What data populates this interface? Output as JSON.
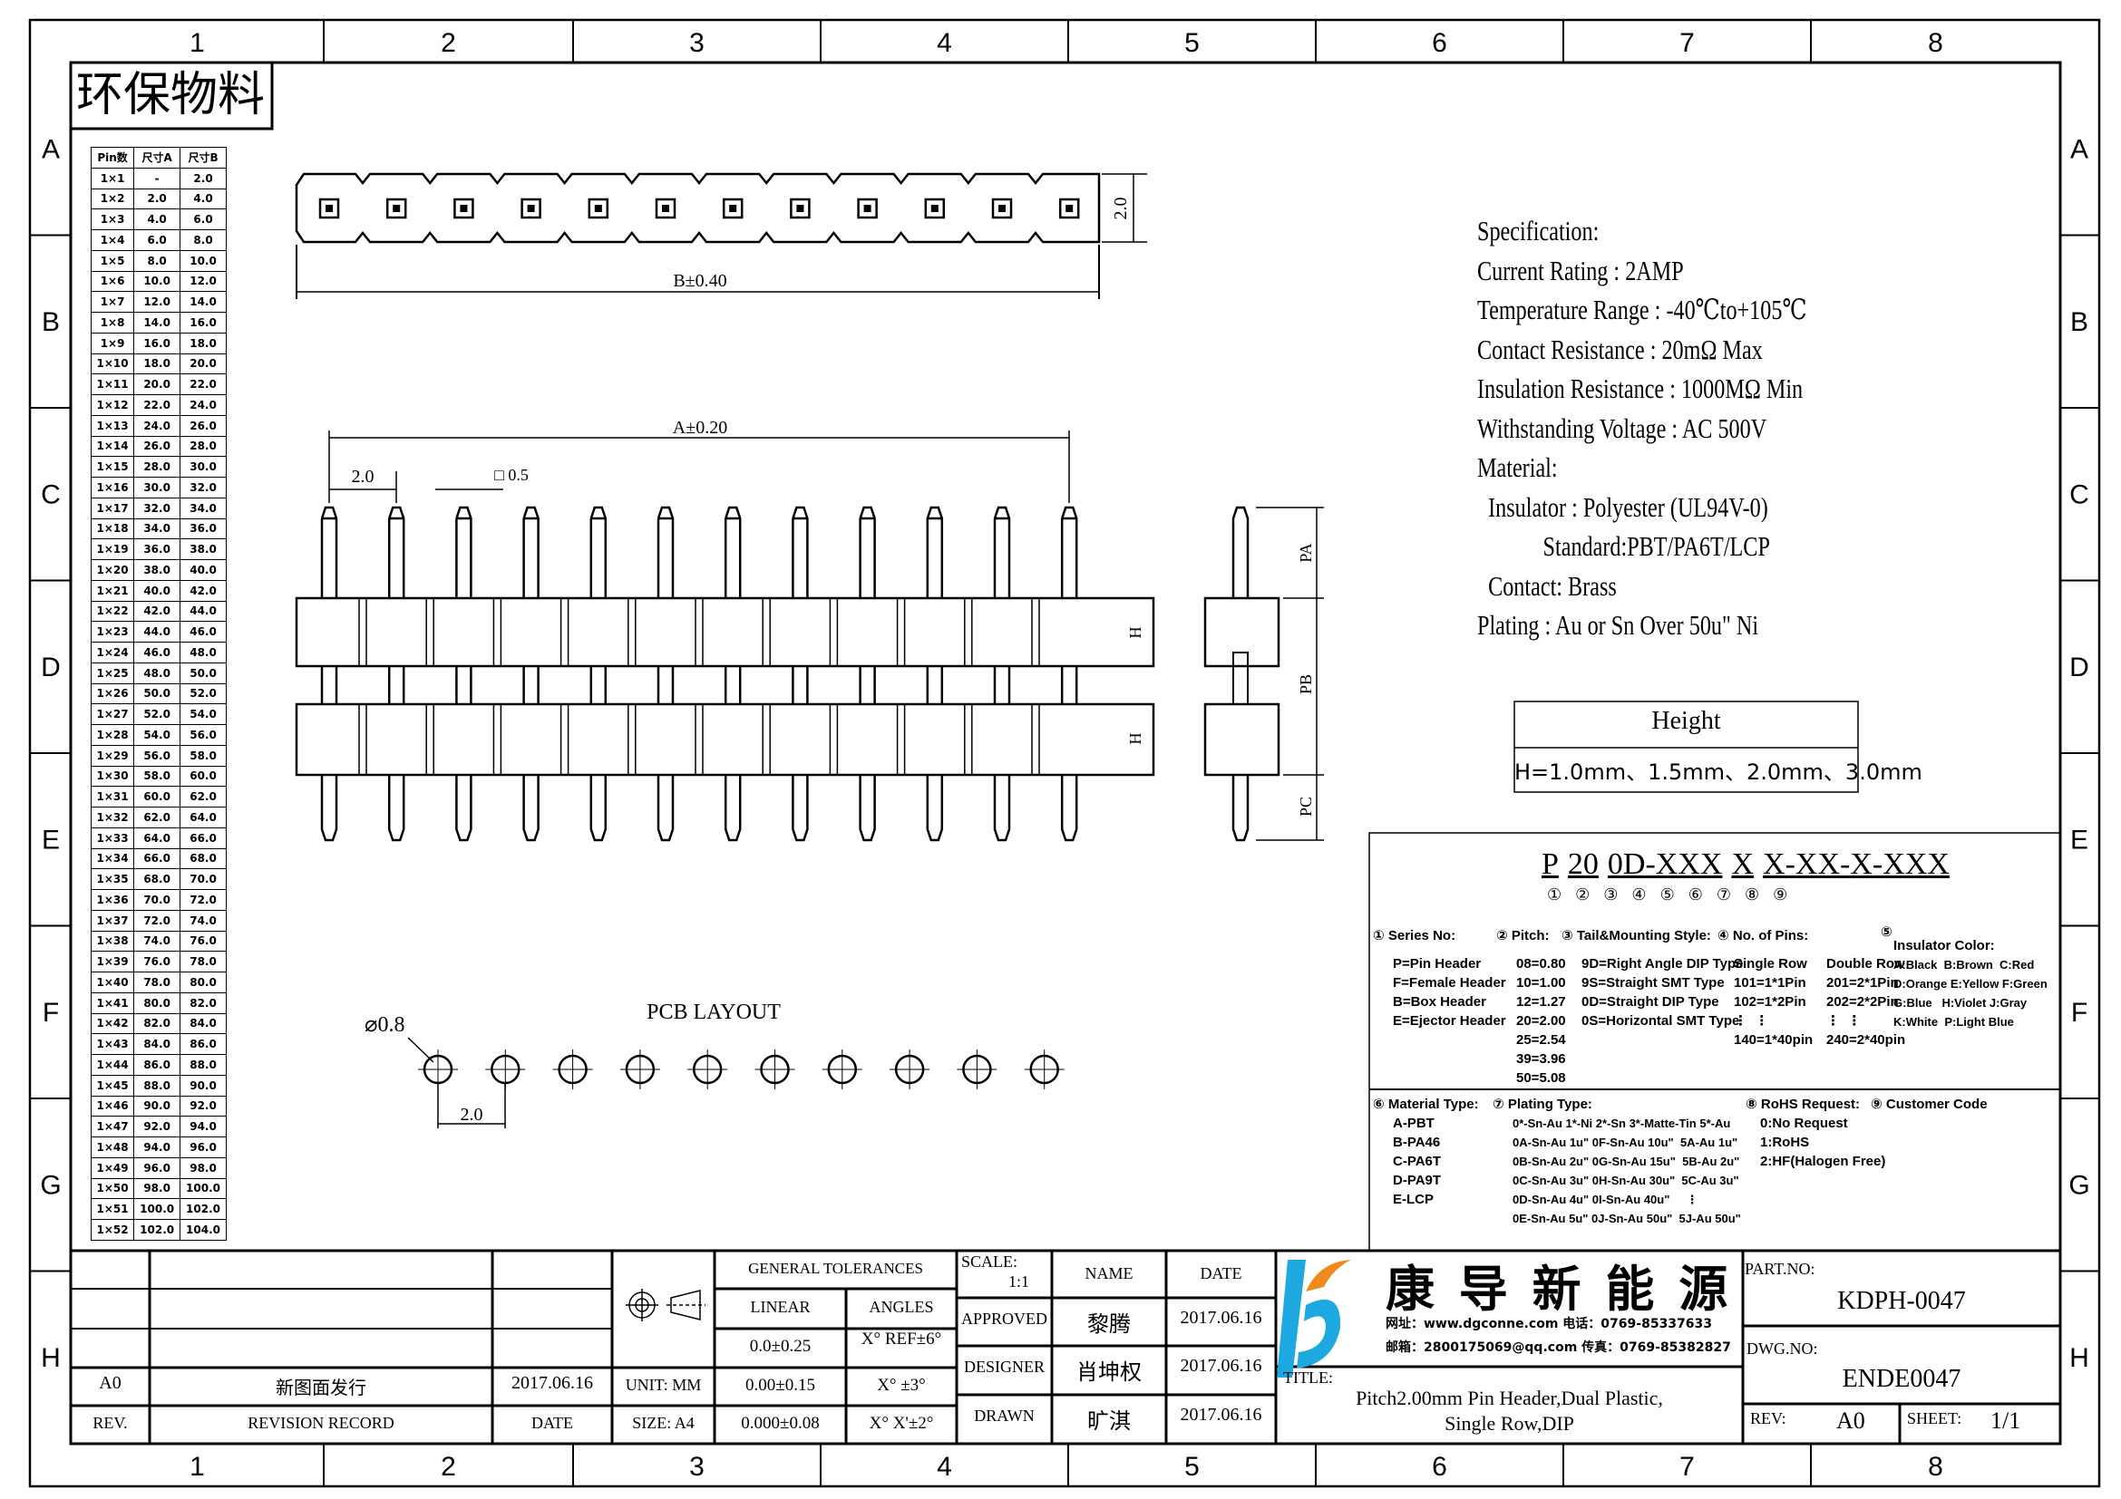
{
  "eco_label": "环保物料",
  "grid": {
    "columns": [
      "1",
      "2",
      "3",
      "4",
      "5",
      "6",
      "7",
      "8"
    ],
    "rows": [
      "A",
      "B",
      "C",
      "D",
      "E",
      "F",
      "G",
      "H"
    ]
  },
  "pin_table": {
    "headers": [
      "Pin数",
      "尺寸A",
      "尺寸B"
    ],
    "rows": [
      [
        "1×1",
        "-",
        "2.0"
      ],
      [
        "1×2",
        "2.0",
        "4.0"
      ],
      [
        "1×3",
        "4.0",
        "6.0"
      ],
      [
        "1×4",
        "6.0",
        "8.0"
      ],
      [
        "1×5",
        "8.0",
        "10.0"
      ],
      [
        "1×6",
        "10.0",
        "12.0"
      ],
      [
        "1×7",
        "12.0",
        "14.0"
      ],
      [
        "1×8",
        "14.0",
        "16.0"
      ],
      [
        "1×9",
        "16.0",
        "18.0"
      ],
      [
        "1×10",
        "18.0",
        "20.0"
      ],
      [
        "1×11",
        "20.0",
        "22.0"
      ],
      [
        "1×12",
        "22.0",
        "24.0"
      ],
      [
        "1×13",
        "24.0",
        "26.0"
      ],
      [
        "1×14",
        "26.0",
        "28.0"
      ],
      [
        "1×15",
        "28.0",
        "30.0"
      ],
      [
        "1×16",
        "30.0",
        "32.0"
      ],
      [
        "1×17",
        "32.0",
        "34.0"
      ],
      [
        "1×18",
        "34.0",
        "36.0"
      ],
      [
        "1×19",
        "36.0",
        "38.0"
      ],
      [
        "1×20",
        "38.0",
        "40.0"
      ],
      [
        "1×21",
        "40.0",
        "42.0"
      ],
      [
        "1×22",
        "42.0",
        "44.0"
      ],
      [
        "1×23",
        "44.0",
        "46.0"
      ],
      [
        "1×24",
        "46.0",
        "48.0"
      ],
      [
        "1×25",
        "48.0",
        "50.0"
      ],
      [
        "1×26",
        "50.0",
        "52.0"
      ],
      [
        "1×27",
        "52.0",
        "54.0"
      ],
      [
        "1×28",
        "54.0",
        "56.0"
      ],
      [
        "1×29",
        "56.0",
        "58.0"
      ],
      [
        "1×30",
        "58.0",
        "60.0"
      ],
      [
        "1×31",
        "60.0",
        "62.0"
      ],
      [
        "1×32",
        "62.0",
        "64.0"
      ],
      [
        "1×33",
        "64.0",
        "66.0"
      ],
      [
        "1×34",
        "66.0",
        "68.0"
      ],
      [
        "1×35",
        "68.0",
        "70.0"
      ],
      [
        "1×36",
        "70.0",
        "72.0"
      ],
      [
        "1×37",
        "72.0",
        "74.0"
      ],
      [
        "1×38",
        "74.0",
        "76.0"
      ],
      [
        "1×39",
        "76.0",
        "78.0"
      ],
      [
        "1×40",
        "78.0",
        "80.0"
      ],
      [
        "1×41",
        "80.0",
        "82.0"
      ],
      [
        "1×42",
        "82.0",
        "84.0"
      ],
      [
        "1×43",
        "84.0",
        "86.0"
      ],
      [
        "1×44",
        "86.0",
        "88.0"
      ],
      [
        "1×45",
        "88.0",
        "90.0"
      ],
      [
        "1×46",
        "90.0",
        "92.0"
      ],
      [
        "1×47",
        "92.0",
        "94.0"
      ],
      [
        "1×48",
        "94.0",
        "96.0"
      ],
      [
        "1×49",
        "96.0",
        "98.0"
      ],
      [
        "1×50",
        "98.0",
        "100.0"
      ],
      [
        "1×51",
        "100.0",
        "102.0"
      ],
      [
        "1×52",
        "102.0",
        "104.0"
      ]
    ]
  },
  "drawing": {
    "top_view": {
      "pin_count": 12,
      "dim_b": "B±0.40",
      "dim_height": "2.0"
    },
    "front_view": {
      "pin_count": 12,
      "dim_a": "A±0.20",
      "dim_pitch": "2.0",
      "dim_pin": "□ 0.5",
      "dim_h": "H"
    },
    "side_view": {
      "pa": "PA",
      "pb": "PB",
      "pc": "PC"
    },
    "pcb": {
      "title": "PCB LAYOUT",
      "hole_count": 10,
      "hole_dia": "⌀0.8",
      "pitch": "2.0"
    }
  },
  "specification": [
    "Specification:",
    "Current Rating : 2AMP",
    "Temperature Range : -40℃to+105℃",
    "Contact Resistance : 20mΩ Max",
    "Insulation Resistance : 1000MΩ Min",
    "Withstanding Voltage : AC 500V",
    "Material:",
    "  Insulator : Polyester (UL94V-0)",
    "            Standard:PBT/PA6T/LCP",
    "  Contact: Brass",
    "Plating : Au or Sn Over 50u\" Ni"
  ],
  "height_box": {
    "title": "Height",
    "value": "H=1.0mm、1.5mm、2.0mm、3.0mm"
  },
  "part_code": {
    "segments": [
      "P",
      "20",
      "0D-XXX",
      "X",
      "X-",
      "XX-",
      "X-",
      "XXX"
    ],
    "markers": [
      "①",
      "②",
      "③",
      "④",
      "⑤",
      "⑥",
      "⑦",
      "⑧",
      "⑨"
    ]
  },
  "legend": {
    "series": {
      "title": "① Series No:",
      "items": [
        "P=Pin Header",
        "F=Female Header",
        "B=Box Header",
        "E=Ejector Header"
      ]
    },
    "pitch": {
      "title": "② Pitch:",
      "items": [
        "08=0.80",
        "10=1.00",
        "12=1.27",
        "20=2.00",
        "25=2.54",
        "39=3.96",
        "50=5.08"
      ]
    },
    "tail": {
      "title": "③ Tail&Mounting Style:",
      "items": [
        "9D=Right Angle DIP Type",
        "9S=Straight SMT Type",
        "0D=Straight DIP Type",
        "0S=Horizontal SMT Type"
      ]
    },
    "pins": {
      "title": "④ No. of Pins:",
      "single": [
        "Single Row",
        "101=1*1Pin",
        "102=1*2Pin",
        "⋮  ⋮",
        "140=1*40pin"
      ],
      "double": [
        "Double Row",
        "201=2*1Pin",
        "202=2*2Pin",
        "⋮  ⋮",
        "240=2*40pin"
      ]
    },
    "color": {
      "title": "⑤",
      "subtitle": "Insulator Color:",
      "items": [
        "A:Black  B:Brown  C:Red",
        "D:Orange E:Yellow F:Green",
        "G:Blue   H:Violet J:Gray",
        "K:White  P:Light Blue"
      ]
    },
    "material": {
      "title": "⑥ Material Type:",
      "items": [
        "A-PBT",
        "B-PA46",
        "C-PA6T",
        "D-PA9T",
        "E-LCP"
      ]
    },
    "plating": {
      "title": "⑦ Plating Type:",
      "items": [
        "0*-Sn-Au 1*-Ni 2*-Sn 3*-Matte-Tin 5*-Au",
        "0A-Sn-Au 1u\" 0F-Sn-Au 10u\"  5A-Au 1u\"",
        "0B-Sn-Au 2u\" 0G-Sn-Au 15u\"  5B-Au 2u\"",
        "0C-Sn-Au 3u\" 0H-Sn-Au 30u\"  5C-Au 3u\"",
        "0D-Sn-Au 4u\" 0I-Sn-Au 40u\"     ⋮",
        "0E-Sn-Au 5u\" 0J-Sn-Au 50u\"  5J-Au 50u\""
      ]
    },
    "rohs": {
      "title": "⑧ RoHS Request:",
      "items": [
        "0:No Request",
        "1:RoHS",
        "2:HF(Halogen Free)"
      ]
    },
    "customer": {
      "title": "⑨ Customer Code"
    }
  },
  "title_block": {
    "revision": {
      "rev": "A0",
      "record": "新图面发行",
      "date": "2017.06.16",
      "h_rev": "REV.",
      "h_record": "REVISION RECORD",
      "h_date": "DATE"
    },
    "unit": "UNIT: MM",
    "size": "SIZE: A4",
    "tolerances": {
      "title": "GENERAL TOLERANCES",
      "linear": "LINEAR",
      "angles": "ANGLES",
      "rows": [
        [
          "0.0±0.25",
          "X° REF±6°"
        ],
        [
          "0.00±0.15",
          "X° ±3°"
        ],
        [
          "0.000±0.08",
          "X° X'±2°"
        ]
      ]
    },
    "scale_label": "SCALE:",
    "scale": "1:1",
    "name_h": "NAME",
    "date_h": "DATE",
    "signoffs": [
      [
        "APPROVED",
        "黎腾",
        "2017.06.16"
      ],
      [
        "DESIGNER",
        "肖坤权",
        "2017.06.16"
      ],
      [
        "DRAWN",
        "旷淇",
        "2017.06.16"
      ]
    ],
    "company": "康 导 新 能 源",
    "contact_1": "网址：www.dgconne.com   电话：0769-85337633",
    "contact_2": "邮箱：2800175069@qq.com  传真：0769-85382827",
    "title_label": "TITLE:",
    "title_1": "Pitch2.00mm Pin Header,Dual Plastic,",
    "title_2": "Single Row,DIP",
    "part_no_label": "PART.NO:",
    "part_no": "KDPH-0047",
    "dwg_no_label": "DWG.NO:",
    "dwg_no": "ENDE0047",
    "rev_label": "REV:",
    "rev": "A0",
    "sheet_label": "SHEET:",
    "sheet": "1/1",
    "colors": {
      "logo_blue": "#1ea8e0",
      "logo_orange": "#f08a1c"
    }
  }
}
